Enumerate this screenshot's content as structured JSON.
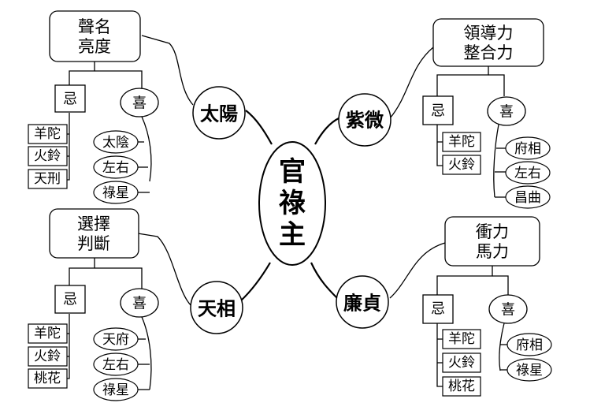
{
  "center": {
    "label": "官祿主"
  },
  "branches": [
    {
      "star": "太陽",
      "title": [
        "聲名",
        "亮度"
      ],
      "avoid": {
        "label": "忌",
        "items": [
          "羊陀",
          "火鈴",
          "天刑"
        ]
      },
      "like": {
        "label": "喜",
        "items": [
          "太陰",
          "左右",
          "祿星"
        ]
      }
    },
    {
      "star": "紫微",
      "title": [
        "領導力",
        "整合力"
      ],
      "avoid": {
        "label": "忌",
        "items": [
          "羊陀",
          "火鈴"
        ]
      },
      "like": {
        "label": "喜",
        "items": [
          "府相",
          "左右",
          "昌曲"
        ]
      }
    },
    {
      "star": "天相",
      "title": [
        "選擇",
        "判斷"
      ],
      "avoid": {
        "label": "忌",
        "items": [
          "羊陀",
          "火鈴",
          "桃花"
        ]
      },
      "like": {
        "label": "喜",
        "items": [
          "天府",
          "左右",
          "祿星"
        ]
      }
    },
    {
      "star": "廉貞",
      "title": [
        "衝力",
        "馬力"
      ],
      "avoid": {
        "label": "忌",
        "items": [
          "羊陀",
          "火鈴",
          "桃花"
        ]
      },
      "like": {
        "label": "喜",
        "items": [
          "府相",
          "祿星"
        ]
      }
    }
  ]
}
